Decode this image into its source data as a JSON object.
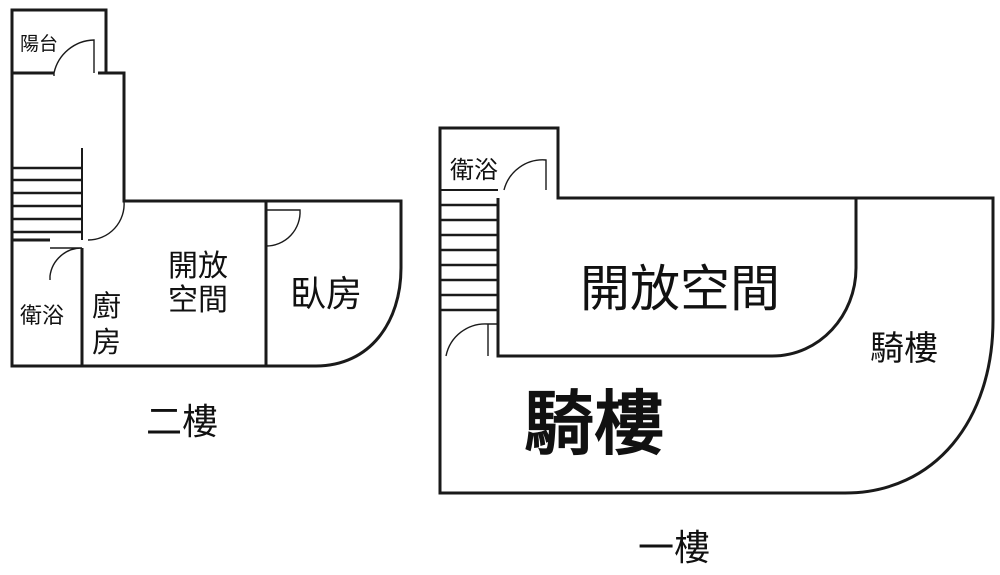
{
  "floors": {
    "second": {
      "caption": "二樓",
      "rooms": {
        "balcony": "陽台",
        "bath": "衛浴",
        "kitchen_1": "廚",
        "kitchen_2": "房",
        "open_1": "開放",
        "open_2": "空間",
        "bedroom": "臥房"
      }
    },
    "first": {
      "caption": "一樓",
      "rooms": {
        "bath": "衛浴",
        "open_space": "開放空間",
        "arcade_main": "騎樓",
        "arcade_side": "騎樓"
      }
    }
  }
}
